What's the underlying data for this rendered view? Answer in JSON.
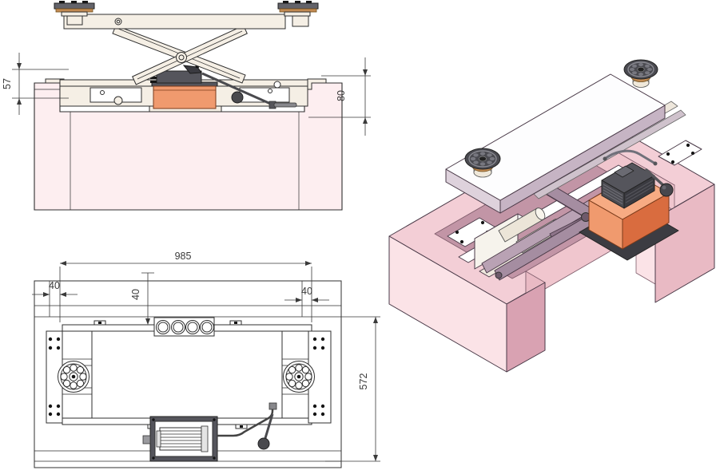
{
  "front_view": {
    "dim_frame_height": "57",
    "dim_pit_depth": "80"
  },
  "plan_view": {
    "dim_overall_width": "985",
    "dim_edge_left": "40",
    "dim_center_offset": "40",
    "dim_edge_right": "40",
    "dim_pit_length": "572"
  },
  "colors": {
    "line": "#2f2f2f",
    "dim": "#3a3a3a",
    "concrete_fill": "#fdeef0",
    "cream": "#f5efe5",
    "orange_front": "#f09a6e",
    "orange_top": "#f7ab83",
    "orange_dark": "#d96c3f",
    "pump_gray": "#55555c",
    "pump_dark": "#3a3a40",
    "bronze": "#c28a52",
    "pink_top": "#f3ced6",
    "pink_light": "#fbe3e7",
    "pink_mid": "#e9bac4",
    "pink_dark": "#d9a2b2",
    "pit_shadow": "#c295a6",
    "pit_wall_light": "#f0c6ce",
    "arm": "#a58da1",
    "arm_light": "#b9a2b4",
    "platform_side": "#c6b4c4",
    "platform_end": "#ded2dc",
    "ivory": "#efe9df"
  }
}
